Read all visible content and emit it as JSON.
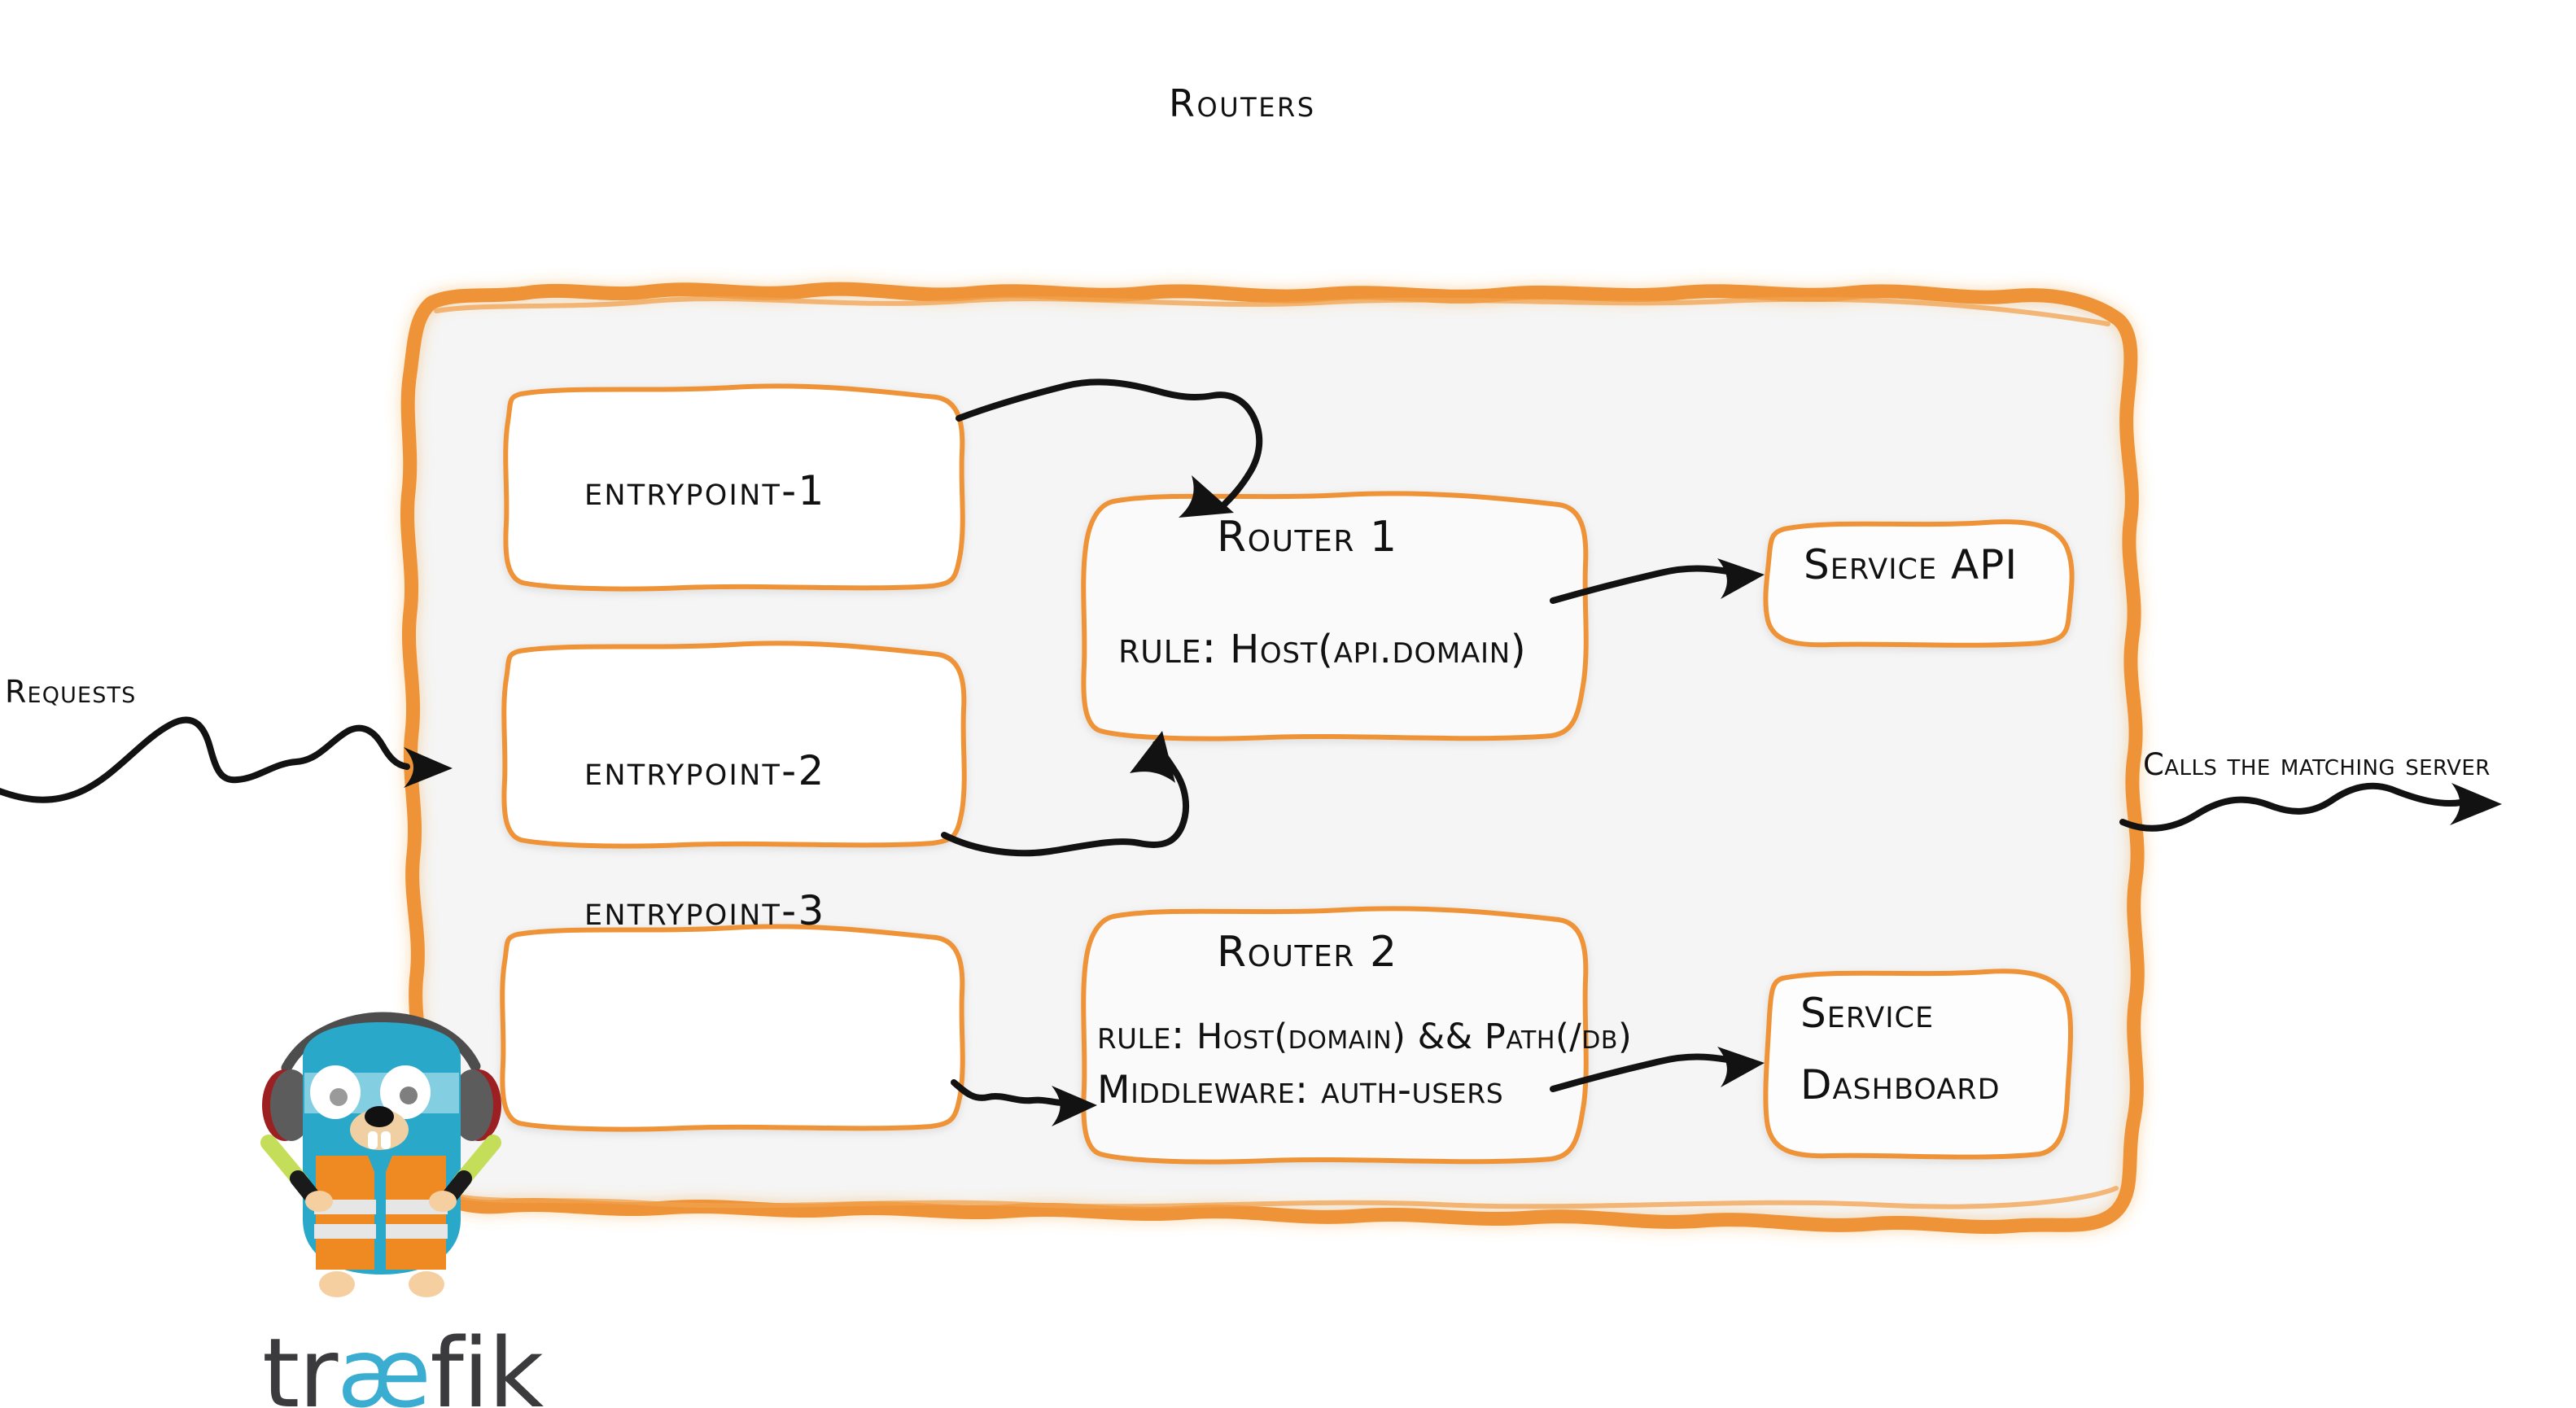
{
  "diagram": {
    "title": "Routers",
    "product": "traefik",
    "colors": {
      "border_orange": "#EE9338",
      "panel_fill": "#F5F5F5",
      "ink": "#111111",
      "gopher_cyan": "#29A8C9",
      "gopher_vest_orange": "#EF8A22",
      "wand_green": "#C4DE5A",
      "wordmark_dark": "#3B3B3D",
      "wordmark_cyan": "#3BADD0"
    },
    "flow": {
      "inbound_label": "Requests",
      "outbound_label": "Calls the matching server"
    },
    "entrypoints": [
      {
        "label": "entrypoint-1"
      },
      {
        "label": "entrypoint-2"
      },
      {
        "label": "entrypoint-3"
      }
    ],
    "routers": [
      {
        "name": "Router 1",
        "rule_keyword": "rule:",
        "rule_value": "Host(api.domain)"
      },
      {
        "name": "Router 2",
        "rule_keyword": "rule:",
        "rule_value": "Host(domain) && Path(/db)",
        "middleware_keyword": "Middleware:",
        "middleware_value": "auth-users"
      }
    ],
    "services": [
      {
        "label": "Service API"
      },
      {
        "label_line1": "Service",
        "label_line2": "Dashboard"
      }
    ],
    "wordmark": {
      "part1": "tr",
      "ligature": "æ",
      "part2": "fik"
    },
    "icons": {
      "inbound_arrow": "squiggle-arrow-right-icon",
      "outbound_arrow": "squiggle-arrow-right-icon",
      "mascot": "traefik-gopher-icon"
    }
  }
}
